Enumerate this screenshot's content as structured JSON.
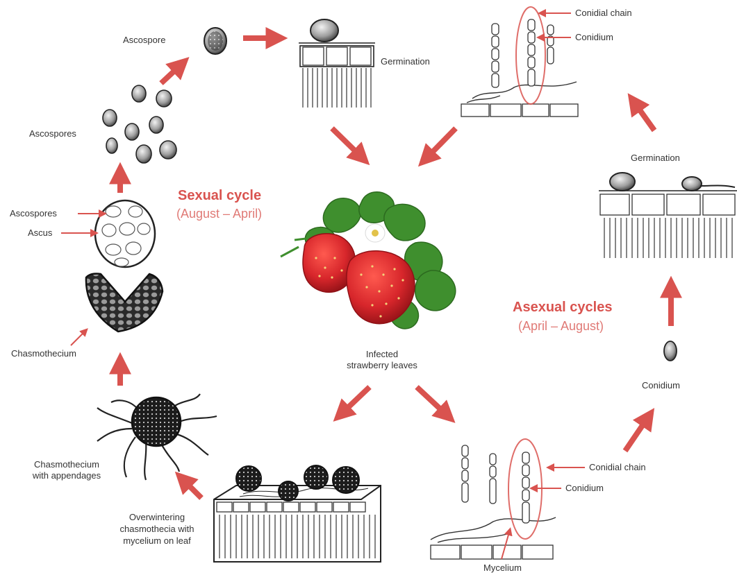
{
  "colors": {
    "accent": "#d9534f",
    "accent_light": "#e07a76",
    "ink": "#222222",
    "berry": "#d7262b",
    "leaf": "#3f8f2e"
  },
  "sexual_cycle": {
    "title": "Sexual cycle",
    "period": "(August – April)"
  },
  "asexual_cycle": {
    "title": "Asexual cycles",
    "period": "(April – August)"
  },
  "center": {
    "label_line1": "Infected",
    "label_line2": "strawberry leaves"
  },
  "labels": {
    "ascospore": "Ascospore",
    "ascospores_top": "Ascospores",
    "ascospores_ascus": "Ascospores",
    "ascus": "Ascus",
    "chasmothecium": "Chasmothecium",
    "chasmothecium_appendages_1": "Chasmothecium",
    "chasmothecium_appendages_2": "with appendages",
    "overwintering_1": "Overwintering",
    "overwintering_2": "chasmothecia with",
    "overwintering_3": "mycelium on leaf",
    "germination_top": "Germination",
    "conidial_chain_top": "Conidial chain",
    "conidium_top": "Conidium",
    "germination_right": "Germination",
    "conidium_right": "Conidium",
    "conidial_chain_bottom": "Conidial chain",
    "conidium_bottom": "Conidium",
    "mycelium": "Mycelium"
  }
}
